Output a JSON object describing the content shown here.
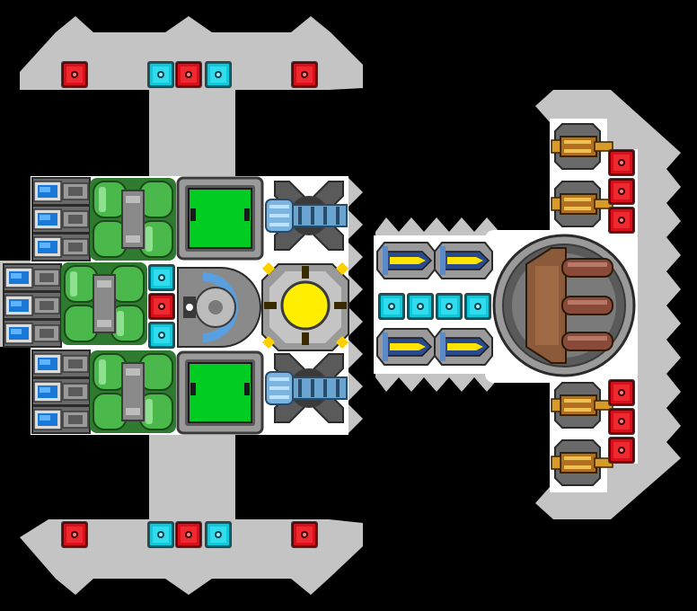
{
  "ship": {
    "name": "ship-blueprint",
    "colors": {
      "background": "#000000",
      "hull": "#c4c4c4",
      "floor": "#ffffff",
      "red_block": "#d8101c",
      "cyan_block": "#10c8dc",
      "green_module": "#3fa83f",
      "green_screen": "#00cc22",
      "reactor_core": "#ffee00",
      "barrel": "#8a4a3a",
      "brass": "#d89a28"
    },
    "modules": {
      "blocks_top": [
        "red-block",
        "cyan-block",
        "red-block",
        "cyan-block",
        "red-block"
      ],
      "blocks_bottom": [
        "red-block",
        "cyan-block",
        "red-block",
        "cyan-block",
        "red-block"
      ],
      "thrusters": 9,
      "green_tanks": 3,
      "screens": 2,
      "reactor": "reactor-core",
      "shield_emitter": "shield-emitter",
      "gatling_turrets": 2,
      "missile_pods": 4,
      "main_cannon": "triple-barrel-cannon",
      "side_turrets": 4
    }
  }
}
